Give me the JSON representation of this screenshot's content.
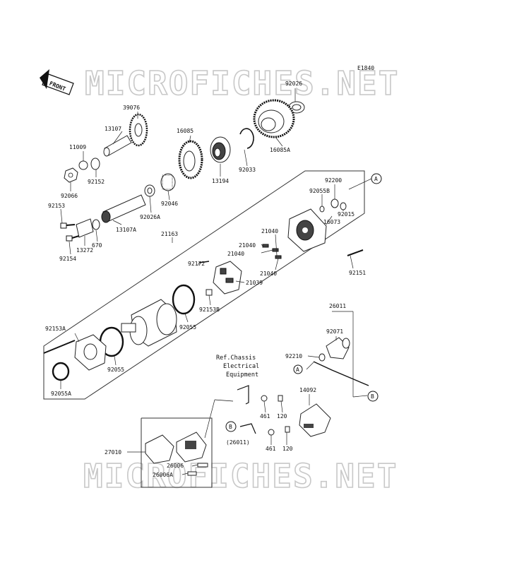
{
  "diagram_code": "E1840",
  "watermark_text": "MICROFICHES.NET",
  "front_label": "FRONT",
  "ref_note": [
    "Ref.Chassis",
    "Electrical",
    "Equipment"
  ],
  "markers": {
    "a": "A",
    "b": "B"
  },
  "labels": {
    "p92026": "92026",
    "p39076": "39076",
    "p13107": "13107",
    "p16085": "16085",
    "p11009": "11009",
    "p92152": "92152",
    "p92066": "92066",
    "p92153": "92153",
    "p13272": "13272",
    "p670": "670",
    "p92154": "92154",
    "p13107A": "13107A",
    "p92026A": "92026A",
    "p92046": "92046",
    "p13194": "13194",
    "p92033": "92033",
    "p16085A": "16085A",
    "p92200": "92200",
    "p92055B": "92055B",
    "p92015": "92015",
    "p16073": "16073",
    "p21163": "21163",
    "p21040a": "21040",
    "p21040b": "21040",
    "p21040c": "21040",
    "p21040d": "21040",
    "p92172": "92172",
    "p21039": "21039",
    "p92153B": "92153B",
    "p92151": "92151",
    "p92055a": "92055",
    "p92153A": "92153A",
    "p92055b": "92055",
    "p92055A": "92055A",
    "p26011": "26011",
    "p92071": "92071",
    "p92210": "92210",
    "p14092": "14092",
    "p461a": "461",
    "p120a": "120",
    "p461b": "461",
    "p120b": "120",
    "p26011ref": "(26011)",
    "p27010": "27010",
    "p26006": "26006",
    "p26006A": "26006A"
  }
}
